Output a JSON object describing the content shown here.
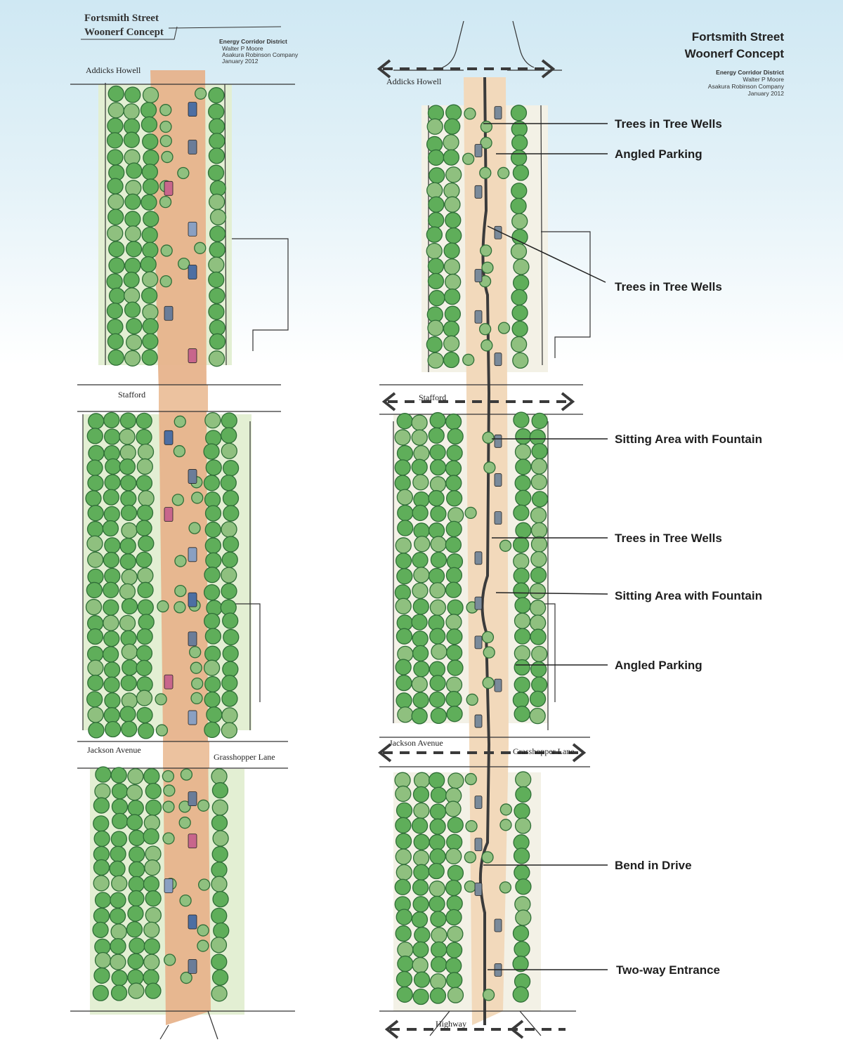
{
  "left_plan": {
    "title_line1": "Fortsmith Street",
    "title_line2": "Woonerf Concept",
    "credit_line1": "Energy Corridor District",
    "credit_line2": "Walter P Moore",
    "credit_line3": "Asakura Robinson Company",
    "credit_line4": "January 2012",
    "streets": {
      "addicks_howell": "Addicks Howell",
      "stafford": "Stafford",
      "jackson_avenue": "Jackson Avenue",
      "grasshopper_lane": "Grasshopper Lane"
    }
  },
  "right_plan": {
    "title_line1": "Fortsmith Street",
    "title_line2": "Woonerf Concept",
    "credit_line1": "Energy Corridor District",
    "credit_line2": "Walter P Moore",
    "credit_line3": "Asakura Robinson Company",
    "credit_line4": "January 2012",
    "streets": {
      "addicks_howell": "Addicks Howell",
      "stafford": "Stafford",
      "jackson_avenue": "Jackson Avenue",
      "grasshopper_lane": "Grasshopper Lane",
      "highway": "Highway"
    },
    "callouts": {
      "trees_wells_1": "Trees in Tree Wells",
      "angled_parking_1": "Angled Parking",
      "trees_wells_2": "Trees in Tree Wells",
      "sitting_fountain_1": "Sitting Area with Fountain",
      "trees_wells_3": "Trees in Tree Wells",
      "sitting_fountain_2": "Sitting Area with Fountain",
      "angled_parking_2": "Angled Parking",
      "bend_in_drive": "Bend in Drive",
      "two_way_entrance": "Two-way Entrance"
    }
  },
  "colors": {
    "tree": "#5fae5a",
    "tree_dark": "#2f6e37",
    "tree_light": "#8fc07f",
    "paving_left": "#e6b48d",
    "paving_right": "#f1d8ba",
    "lawn": "#dbe9c8",
    "ink": "#2b2b2b",
    "car_blue": "#4d6fa3",
    "car_pink": "#c8668c",
    "sky_top": "#cfe8f3"
  }
}
